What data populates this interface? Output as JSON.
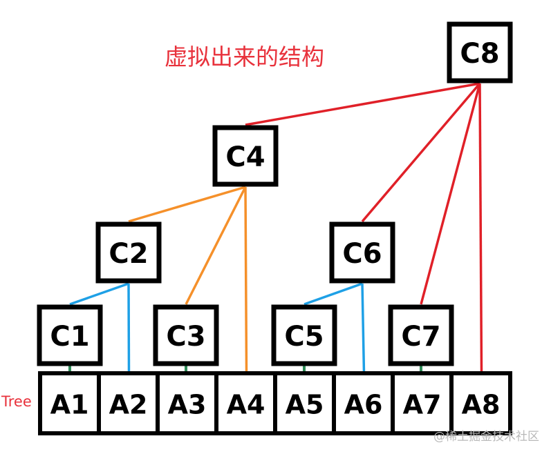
{
  "title": "虚拟出来的结构",
  "tree_label": "Tree",
  "watermark": "@稀土掘金技术社区",
  "colors": {
    "blue": "#1ea0e6",
    "orange": "#f5902a",
    "red": "#e02028",
    "green": "#2e8b57",
    "text_red": "#e8323c"
  },
  "nodes": [
    {
      "id": "C1",
      "label": "C1",
      "level": 1
    },
    {
      "id": "C2",
      "label": "C2",
      "level": 2
    },
    {
      "id": "C3",
      "label": "C3",
      "level": 1
    },
    {
      "id": "C4",
      "label": "C4",
      "level": 3
    },
    {
      "id": "C5",
      "label": "C5",
      "level": 1
    },
    {
      "id": "C6",
      "label": "C6",
      "level": 2
    },
    {
      "id": "C7",
      "label": "C7",
      "level": 1
    },
    {
      "id": "C8",
      "label": "C8",
      "level": 4
    }
  ],
  "array": [
    "A1",
    "A2",
    "A3",
    "A4",
    "A5",
    "A6",
    "A7",
    "A8"
  ],
  "edges": [
    {
      "from": "C1",
      "to": "C2",
      "color": "blue"
    },
    {
      "from": "A2",
      "to": "C2",
      "color": "blue"
    },
    {
      "from": "C5",
      "to": "C6",
      "color": "blue"
    },
    {
      "from": "A6",
      "to": "C6",
      "color": "blue"
    },
    {
      "from": "C2",
      "to": "C4",
      "color": "orange"
    },
    {
      "from": "C3",
      "to": "C4",
      "color": "orange"
    },
    {
      "from": "A4",
      "to": "C4",
      "color": "orange"
    },
    {
      "from": "C4",
      "to": "C8",
      "color": "red"
    },
    {
      "from": "C6",
      "to": "C8",
      "color": "red"
    },
    {
      "from": "C7",
      "to": "C8",
      "color": "red"
    },
    {
      "from": "A8",
      "to": "C8",
      "color": "red"
    }
  ]
}
